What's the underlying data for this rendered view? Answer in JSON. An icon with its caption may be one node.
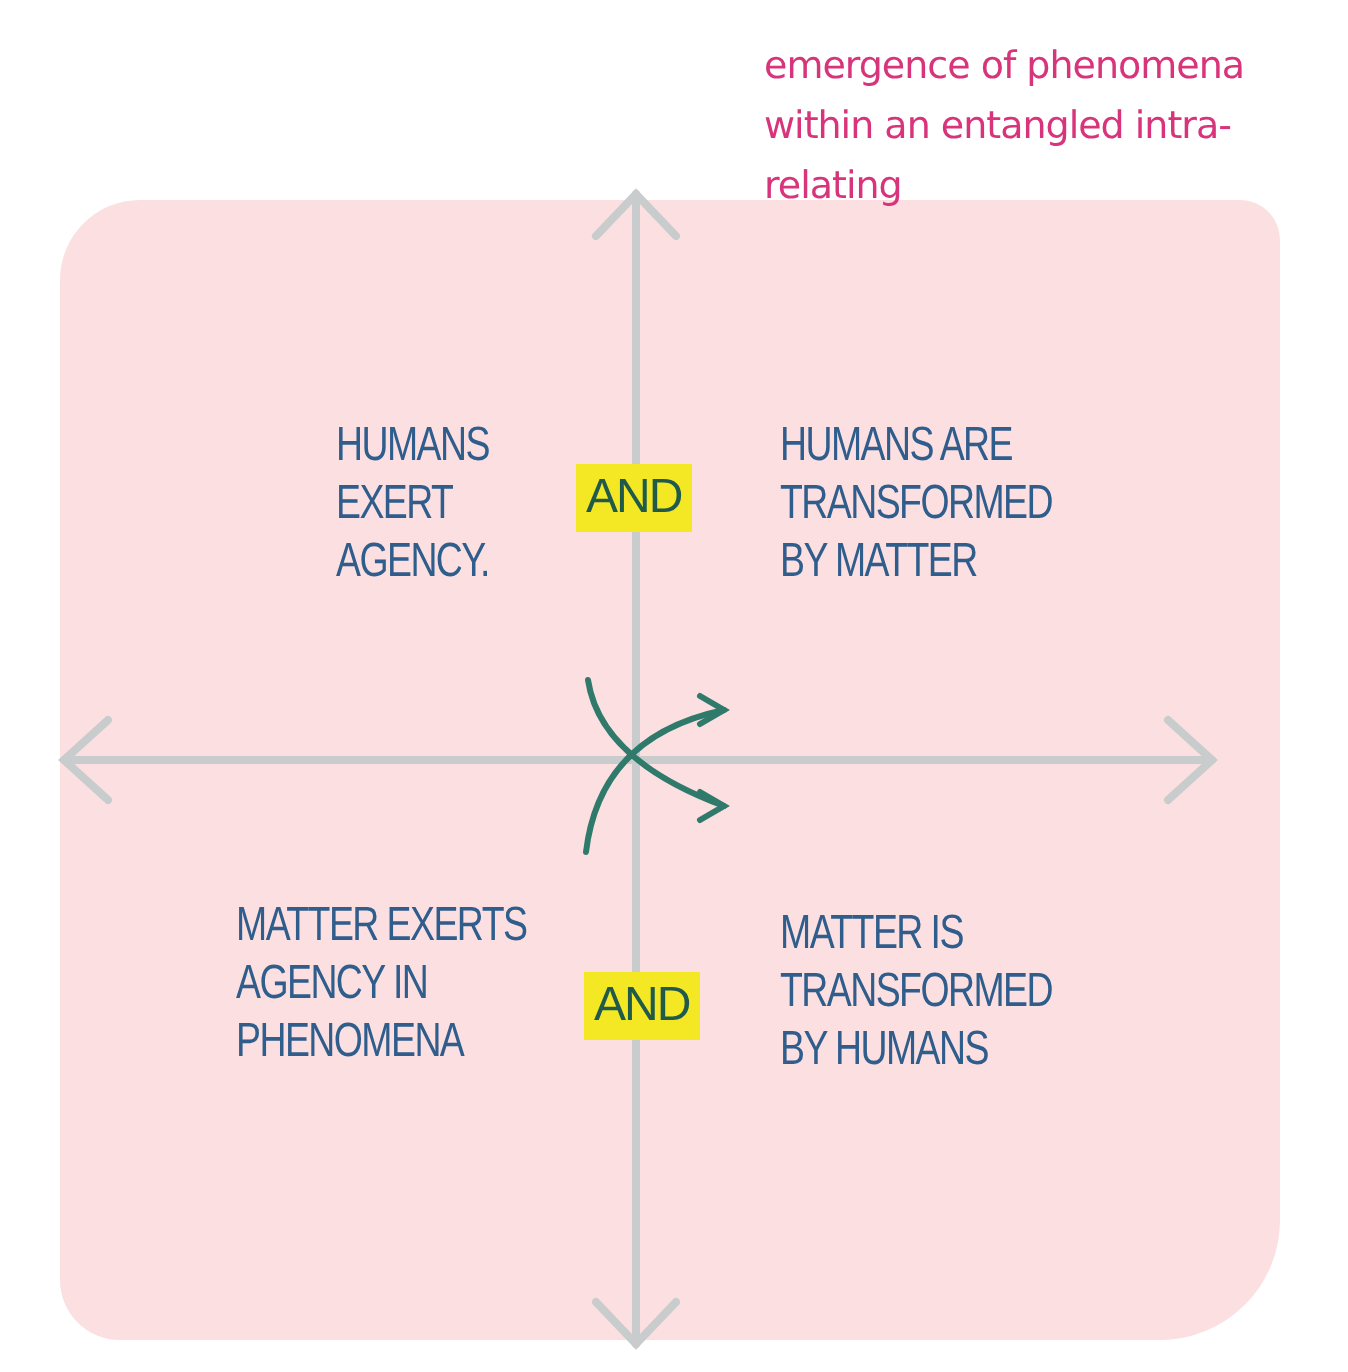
{
  "diagram": {
    "labels": [
      "emergence of phenomena within an entangled intra-relating",
      "HUMANS EXERT AGENCY.",
      "AND",
      "HUMANS ARE TRANSFORMED BY MATTER",
      "MATTER EXERTS AGENCY IN PHENOMENA",
      "AND",
      "MATTER IS TRANSFORMED BY HUMANS"
    ]
  }
}
